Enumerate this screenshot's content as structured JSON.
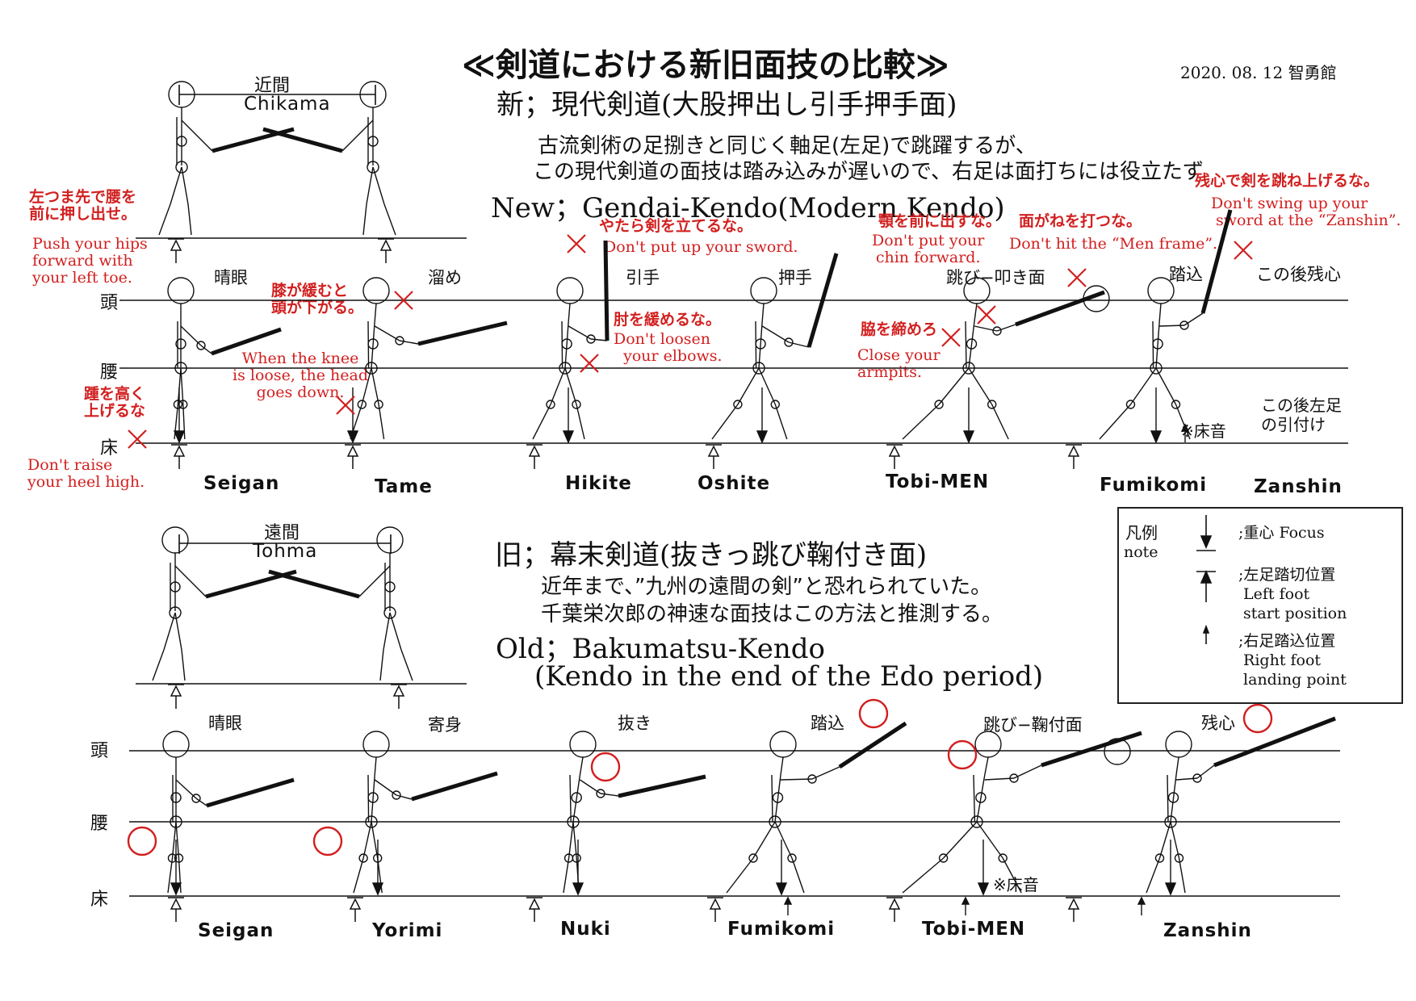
{
  "title": "≪剣道における新旧面技の比較≫",
  "date_org": "2020. 08. 12 智勇館",
  "new_section": {
    "heading_jp": "新；現代剣道(大股押出し引手押手面)",
    "desc1": "古流剣術の足捌きと同じく軸足(左足)で跳躍するが、",
    "desc2": "この現代剣道の面技は踏み込みが遅いので、右足は面打ちには役立たず",
    "heading_en": "New；Gendai-Kendo(Modern Kendo)",
    "distance_jp": "近間",
    "distance_en": "Chikama",
    "stages_jp": [
      "晴眼",
      "溜め",
      "引手",
      "押手",
      "跳び−叩き面",
      "踏込",
      "この後残心"
    ],
    "stages_en": [
      "Seigan",
      "Tame",
      "Hikite",
      "Oshite",
      "Tobi-MEN",
      "Fumikomi",
      "Zanshin"
    ],
    "floor_sound": "※床音",
    "after_left_foot": "この後左足\nの引付け"
  },
  "old_section": {
    "heading_jp": "旧；幕末剣道(抜きっ跳び鞠付き面)",
    "desc1": "近年まで、”九州の遠間の剣”と恐れられていた。",
    "desc2": "千葉栄次郎の神速な面技はこの方法と推測する。",
    "heading_en1": "Old；Bakumatsu-Kendo",
    "heading_en2": "(Kendo in the end of the Edo period)",
    "distance_jp": "遠間",
    "distance_en": "Tohma",
    "stages_jp": [
      "晴眼",
      "寄身",
      "抜き",
      "踏込",
      "跳び−鞠付面",
      "残心"
    ],
    "stages_en": [
      "Seigan",
      "Yorimi",
      "Nuki",
      "Fumikomi",
      "Tobi-MEN",
      "Zanshin"
    ],
    "floor_sound": "※床音"
  },
  "levels": {
    "head": "頭",
    "waist": "腰",
    "floor": "床"
  },
  "notes": {
    "left_toe_jp": "左つま先で腰を\n前に押し出せ。",
    "left_toe_en": "Push your hips\nforward with\nyour left toe.",
    "heel_jp": "踵を高く\n上げるな",
    "heel_en": "Don't raise\nyour heel high.",
    "knee_jp": "膝が緩むと\n頭が下がる。",
    "knee_en": "When the knee\nis loose, the head\ngoes down.",
    "sword_jp": "やたら剣を立てるな。",
    "sword_en": "Don't put up your sword.",
    "elbow_jp": "肘を緩めるな。",
    "elbow_en": "Don't loosen\n  your elbows.",
    "armpit_jp": "脇を締めろ",
    "armpit_en": "Close your\narmpits.",
    "chin_jp": "顎を前に出すな。",
    "chin_en": "Don't put your\nchin forward.",
    "frame_jp": "面がねを打つな。",
    "frame_en": "Don't hit the “Men frame”.",
    "zanshin_jp": "残心で剣を跳ね上げるな。",
    "zanshin_en": "Don't swing up your\n sword at the “Zanshin”."
  },
  "legend": {
    "title_jp": "凡例",
    "title_en": "note",
    "focus": ";重心 Focus",
    "left_foot": ";左足踏切位置\n Left foot\n start position",
    "right_foot": ";右足踏込位置\n Right foot\n landing point"
  }
}
